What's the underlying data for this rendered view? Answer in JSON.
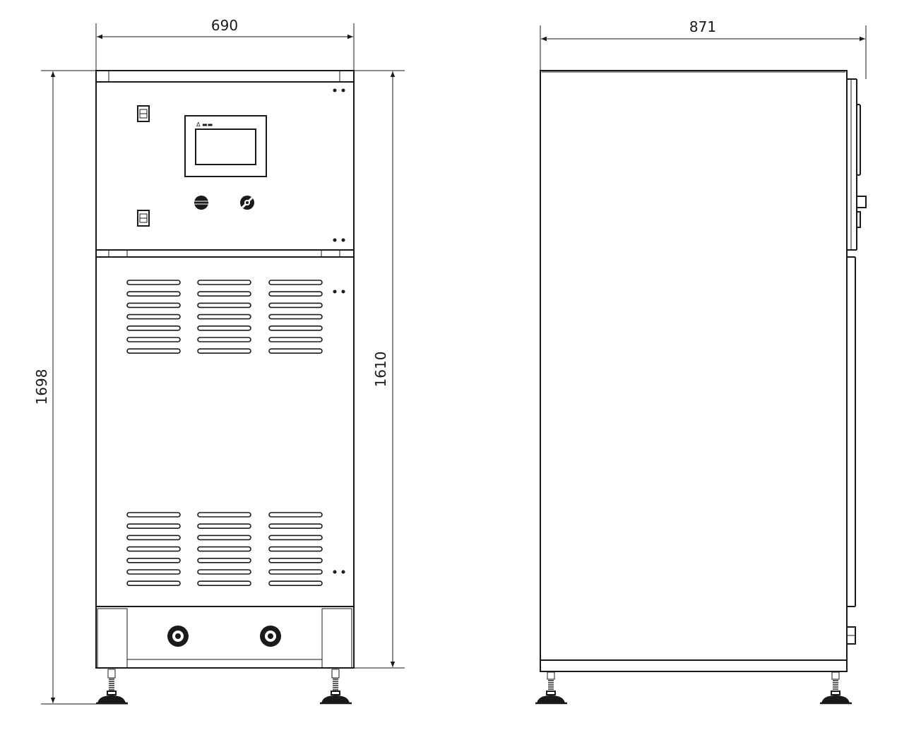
{
  "drawing": {
    "front_view": {
      "width_label": "690",
      "total_height_label": "1698",
      "body_height_label": "1610",
      "hmi_logo_text": "Δ ▬▬"
    },
    "side_view": {
      "depth_label": "871"
    },
    "colors": {
      "line": "#1a1a1a",
      "background": "#ffffff"
    }
  }
}
